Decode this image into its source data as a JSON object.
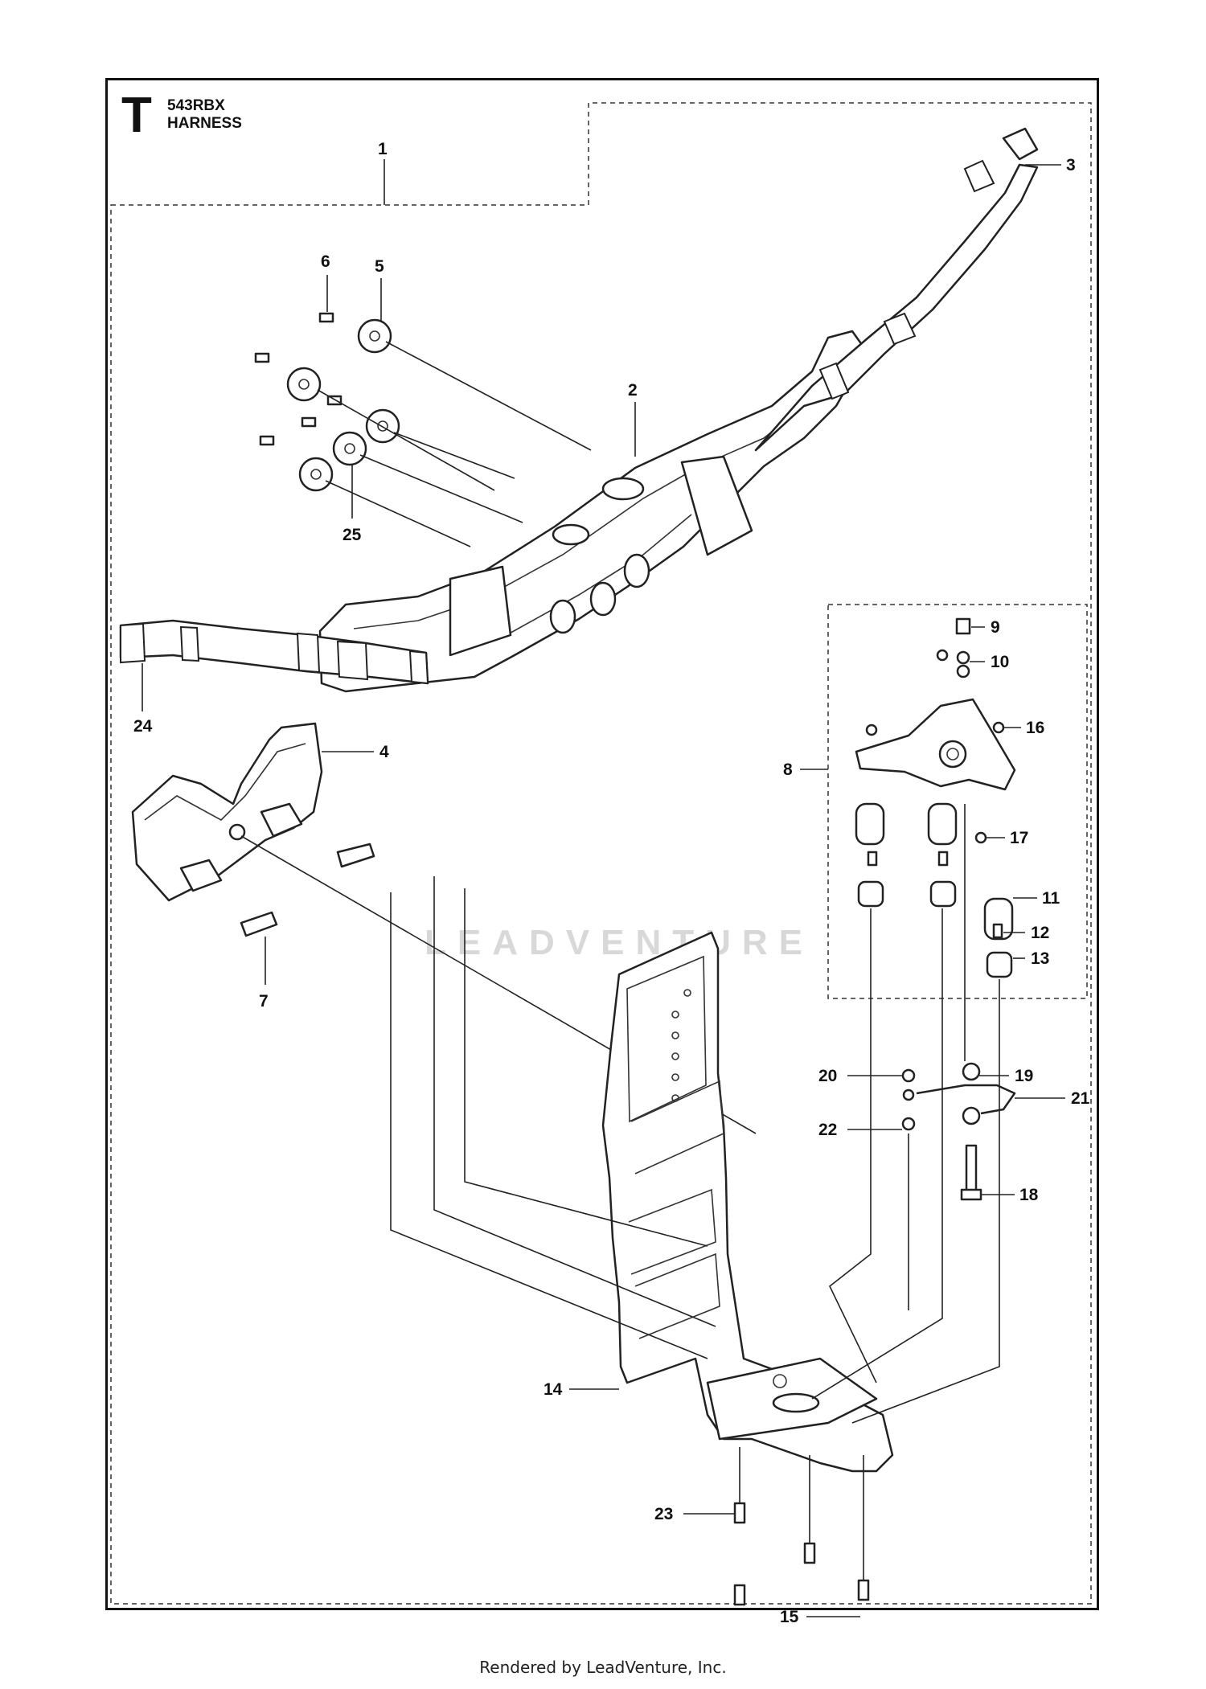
{
  "diagram": {
    "section_letter": "T",
    "model": "543RBX",
    "title": "HARNESS",
    "watermark": "LEADVENTURE",
    "footer": "Rendered by LeadVenture, Inc."
  },
  "callouts": [
    "1",
    "2",
    "3",
    "4",
    "5",
    "6",
    "7",
    "8",
    "9",
    "10",
    "11",
    "12",
    "13",
    "14",
    "15",
    "16",
    "17",
    "18",
    "19",
    "20",
    "21",
    "22",
    "23",
    "24",
    "25"
  ]
}
